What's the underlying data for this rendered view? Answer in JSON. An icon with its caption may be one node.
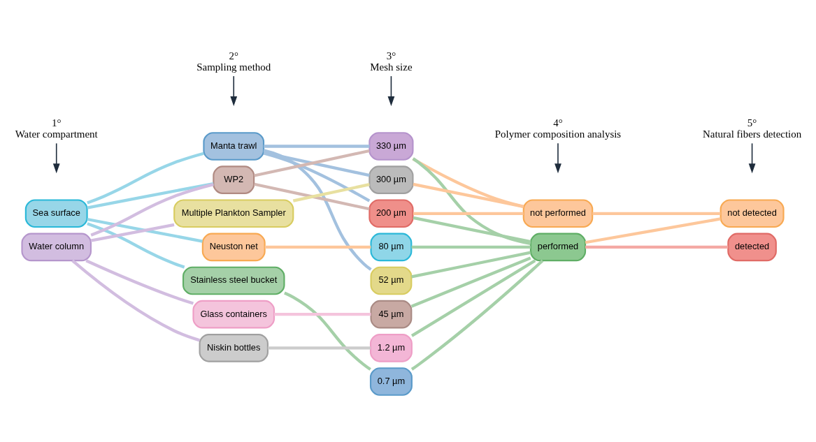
{
  "diagram": {
    "nodes": [
      {
        "text": [
          "1°",
          "Water compartment"
        ]
      },
      {
        "text": [
          "2°",
          "Sampling method"
        ]
      },
      {
        "text": [
          "3°",
          "Mesh size"
        ]
      },
      {
        "text": [
          "4°",
          "Polymer composition analysis"
        ]
      },
      {
        "text": [
          "5°",
          "Natural fibers detection"
        ]
      },
      {
        "text": [
          "Sea surface"
        ]
      },
      {
        "text": [
          "Water column"
        ]
      },
      {
        "text": [
          "Manta trawl"
        ]
      },
      {
        "text": [
          "WP2"
        ]
      },
      {
        "text": [
          "Multiple Plankton Sampler"
        ]
      },
      {
        "text": [
          "Neuston net"
        ]
      },
      {
        "text": [
          "Stainless steel bucket"
        ]
      },
      {
        "text": [
          "Glass containers"
        ]
      },
      {
        "text": [
          "Niskin bottles"
        ]
      },
      {
        "text": [
          "330 µm"
        ]
      },
      {
        "text": [
          "300 µm"
        ]
      },
      {
        "text": [
          "200 µm"
        ]
      },
      {
        "text": [
          "80 µm"
        ]
      },
      {
        "text": [
          "52 µm"
        ]
      },
      {
        "text": [
          "45 µm"
        ]
      },
      {
        "text": [
          "1.2 µm"
        ]
      },
      {
        "text": [
          "0.7 µm"
        ]
      },
      {
        "text": [
          "not performed"
        ]
      },
      {
        "text": [
          "performed"
        ]
      },
      {
        "text": [
          "not detected"
        ]
      },
      {
        "text": [
          "detected"
        ]
      }
    ],
    "edges": [
      {
        "from": 0,
        "to": null,
        "arrow": "to",
        "color": "#1f2d3d"
      },
      {
        "from": 1,
        "to": null,
        "arrow": "to",
        "color": "#1f2d3d"
      },
      {
        "from": 2,
        "to": null,
        "arrow": "to",
        "color": "#1f2d3d"
      },
      {
        "from": 3,
        "to": null,
        "arrow": "to",
        "color": "#1f2d3d"
      },
      {
        "from": 4,
        "to": null,
        "arrow": "to",
        "color": "#1f2d3d"
      },
      {
        "from": 5,
        "to": 7,
        "arrow": "none",
        "color": "#97d6e8"
      },
      {
        "from": 5,
        "to": 8,
        "arrow": "none",
        "color": "#97d6e8"
      },
      {
        "from": 5,
        "to": 10,
        "arrow": "none",
        "color": "#97d6e8"
      },
      {
        "from": 5,
        "to": 11,
        "arrow": "none",
        "color": "#97d6e8"
      },
      {
        "from": 6,
        "to": 8,
        "arrow": "none",
        "color": "#d2bde0"
      },
      {
        "from": 6,
        "to": 9,
        "arrow": "none",
        "color": "#d2bde0"
      },
      {
        "from": 6,
        "to": 12,
        "arrow": "none",
        "color": "#d2bde0"
      },
      {
        "from": 6,
        "to": 13,
        "arrow": "none",
        "color": "#d2bde0"
      },
      {
        "from": 7,
        "to": 14,
        "arrow": "none",
        "color": "#a3c1df"
      },
      {
        "from": 7,
        "to": 15,
        "arrow": "none",
        "color": "#a3c1df"
      },
      {
        "from": 7,
        "to": 16,
        "arrow": "none",
        "color": "#a3c1df"
      },
      {
        "from": 7,
        "to": 18,
        "arrow": "none",
        "color": "#a3c1df"
      },
      {
        "from": 8,
        "to": 14,
        "arrow": "none",
        "color": "#d3b8b3"
      },
      {
        "from": 8,
        "to": 16,
        "arrow": "none",
        "color": "#d3b8b3"
      },
      {
        "from": 9,
        "to": 15,
        "arrow": "none",
        "color": "#e8e0a0"
      },
      {
        "from": 10,
        "to": 17,
        "arrow": "none",
        "color": "#fdc79b"
      },
      {
        "from": 11,
        "to": 21,
        "arrow": "none",
        "color": "#a5d0a8"
      },
      {
        "from": 12,
        "to": 19,
        "arrow": "none",
        "color": "#f4c4dc"
      },
      {
        "from": 13,
        "to": 20,
        "arrow": "none",
        "color": "#cccccc"
      },
      {
        "from": 14,
        "to": 22,
        "arrow": "none",
        "color": "#fdc79b"
      },
      {
        "from": 14,
        "to": 23,
        "arrow": "none",
        "color": "#a5d0a8"
      },
      {
        "from": 15,
        "to": 22,
        "arrow": "none",
        "color": "#fdc79b"
      },
      {
        "from": 16,
        "to": 22,
        "arrow": "none",
        "color": "#fdc79b"
      },
      {
        "from": 16,
        "to": 23,
        "arrow": "none",
        "color": "#a5d0a8"
      },
      {
        "from": 17,
        "to": 23,
        "arrow": "none",
        "color": "#a5d0a8"
      },
      {
        "from": 18,
        "to": 23,
        "arrow": "none",
        "color": "#a5d0a8"
      },
      {
        "from": 19,
        "to": 23,
        "arrow": "none",
        "color": "#a5d0a8"
      },
      {
        "from": 20,
        "to": 23,
        "arrow": "none",
        "color": "#a5d0a8"
      },
      {
        "from": 21,
        "to": 23,
        "arrow": "none",
        "color": "#a5d0a8"
      },
      {
        "from": 22,
        "to": 24,
        "arrow": "none",
        "color": "#fdc79b"
      },
      {
        "from": 23,
        "to": 24,
        "arrow": "none",
        "color": "#fdc79b"
      },
      {
        "from": 23,
        "to": 25,
        "arrow": "none",
        "color": "#f4a9a4"
      }
    ]
  }
}
